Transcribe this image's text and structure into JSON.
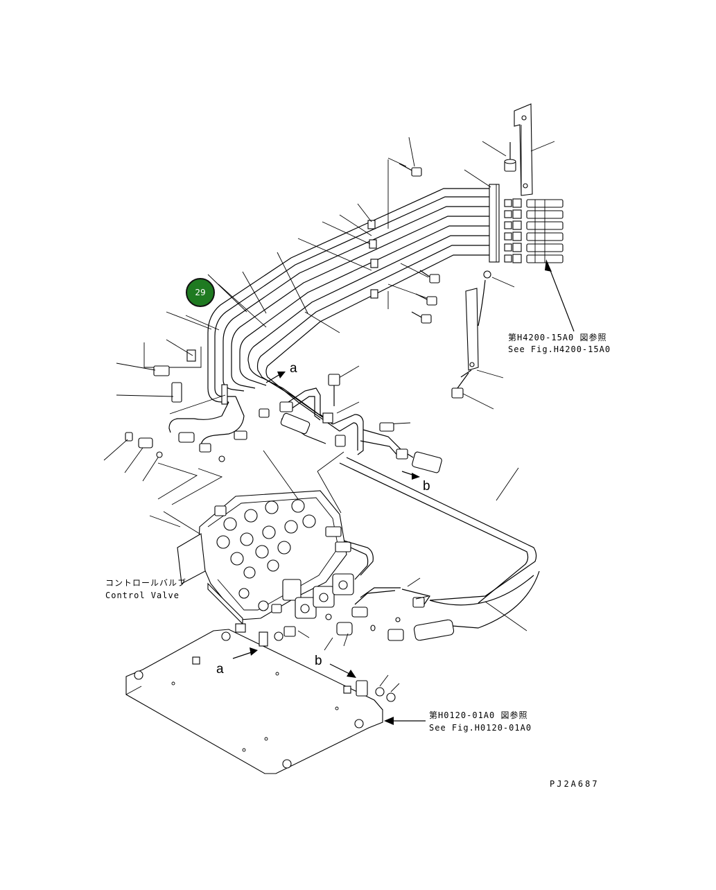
{
  "callout": {
    "number": "29"
  },
  "labels": {
    "ref_top_jp": "第H4200-15A0 図参照",
    "ref_top_en": "See Fig.H4200-15A0",
    "ref_bottom_jp": "第H0120-01A0 図参照",
    "ref_bottom_en": "See Fig.H0120-01A0",
    "valve_jp": "コントロールバルブ",
    "valve_en": "Control Valve",
    "drawing_code": "PJ2A687",
    "marker_a_upper": "a",
    "marker_a_lower": "a",
    "marker_b_upper": "b",
    "marker_b_lower": "b"
  }
}
